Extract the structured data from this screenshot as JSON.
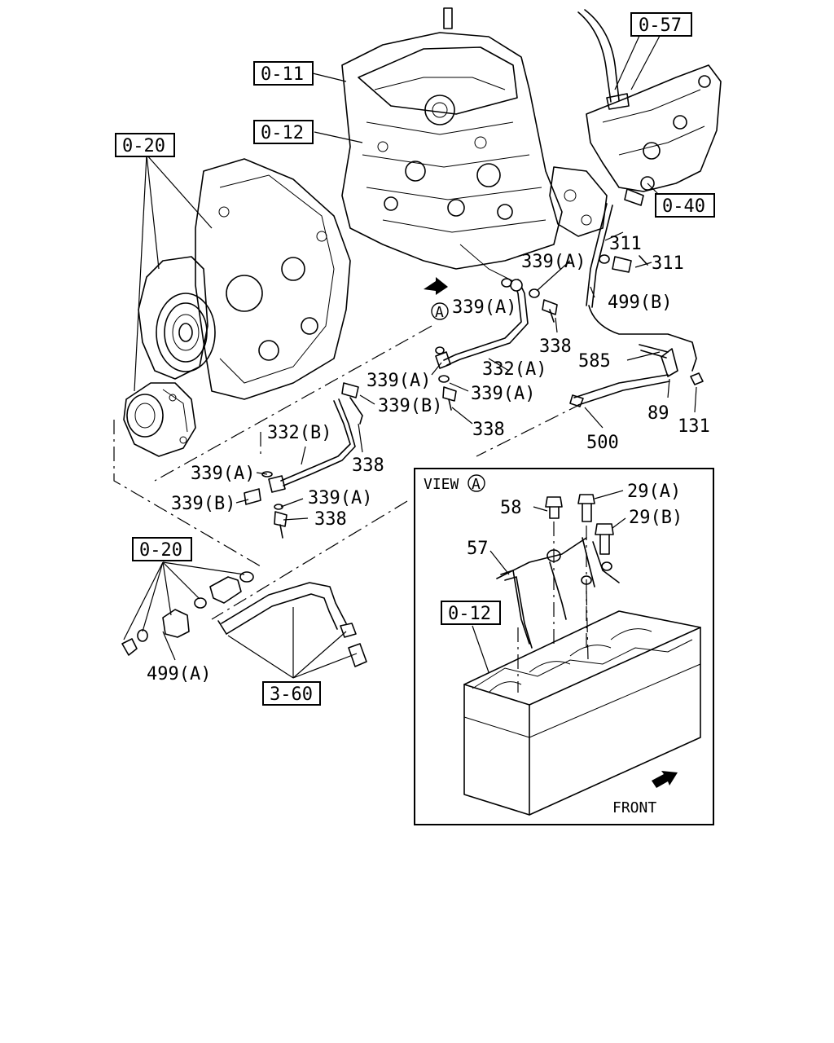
{
  "refs": {
    "r0_57": "0-57",
    "r0_11": "0-11",
    "r0_12_top": "0-12",
    "r0_20_top": "0-20",
    "r0_40": "0-40",
    "r0_20_bottom": "0-20",
    "r3_60": "3-60",
    "r0_12_view": "0-12"
  },
  "parts": {
    "p311_a": "311",
    "p311_b": "311",
    "p339A_top_right": "339(A)",
    "p339A_circleA": "339(A)",
    "p499B": "499(B)",
    "p338_top": "338",
    "p585": "585",
    "p332A": "332(A)",
    "p339A_mid_left": "339(A)",
    "p339A_mid_right": "339(A)",
    "p339B_mid": "339(B)",
    "p89": "89",
    "p131": "131",
    "p338_mid": "338",
    "p332B": "332(B)",
    "p338_left": "338",
    "p500": "500",
    "p339A_lower1": "339(A)",
    "p339B_lower": "339(B)",
    "p339A_lower2": "339(A)",
    "p338_lower": "338",
    "p499A": "499(A)",
    "p58": "58",
    "p29A": "29(A)",
    "p29B": "29(B)",
    "p57": "57"
  },
  "view": {
    "title": "VIEW",
    "marker": "A",
    "front_label": "FRONT"
  },
  "circle_marker": "A"
}
